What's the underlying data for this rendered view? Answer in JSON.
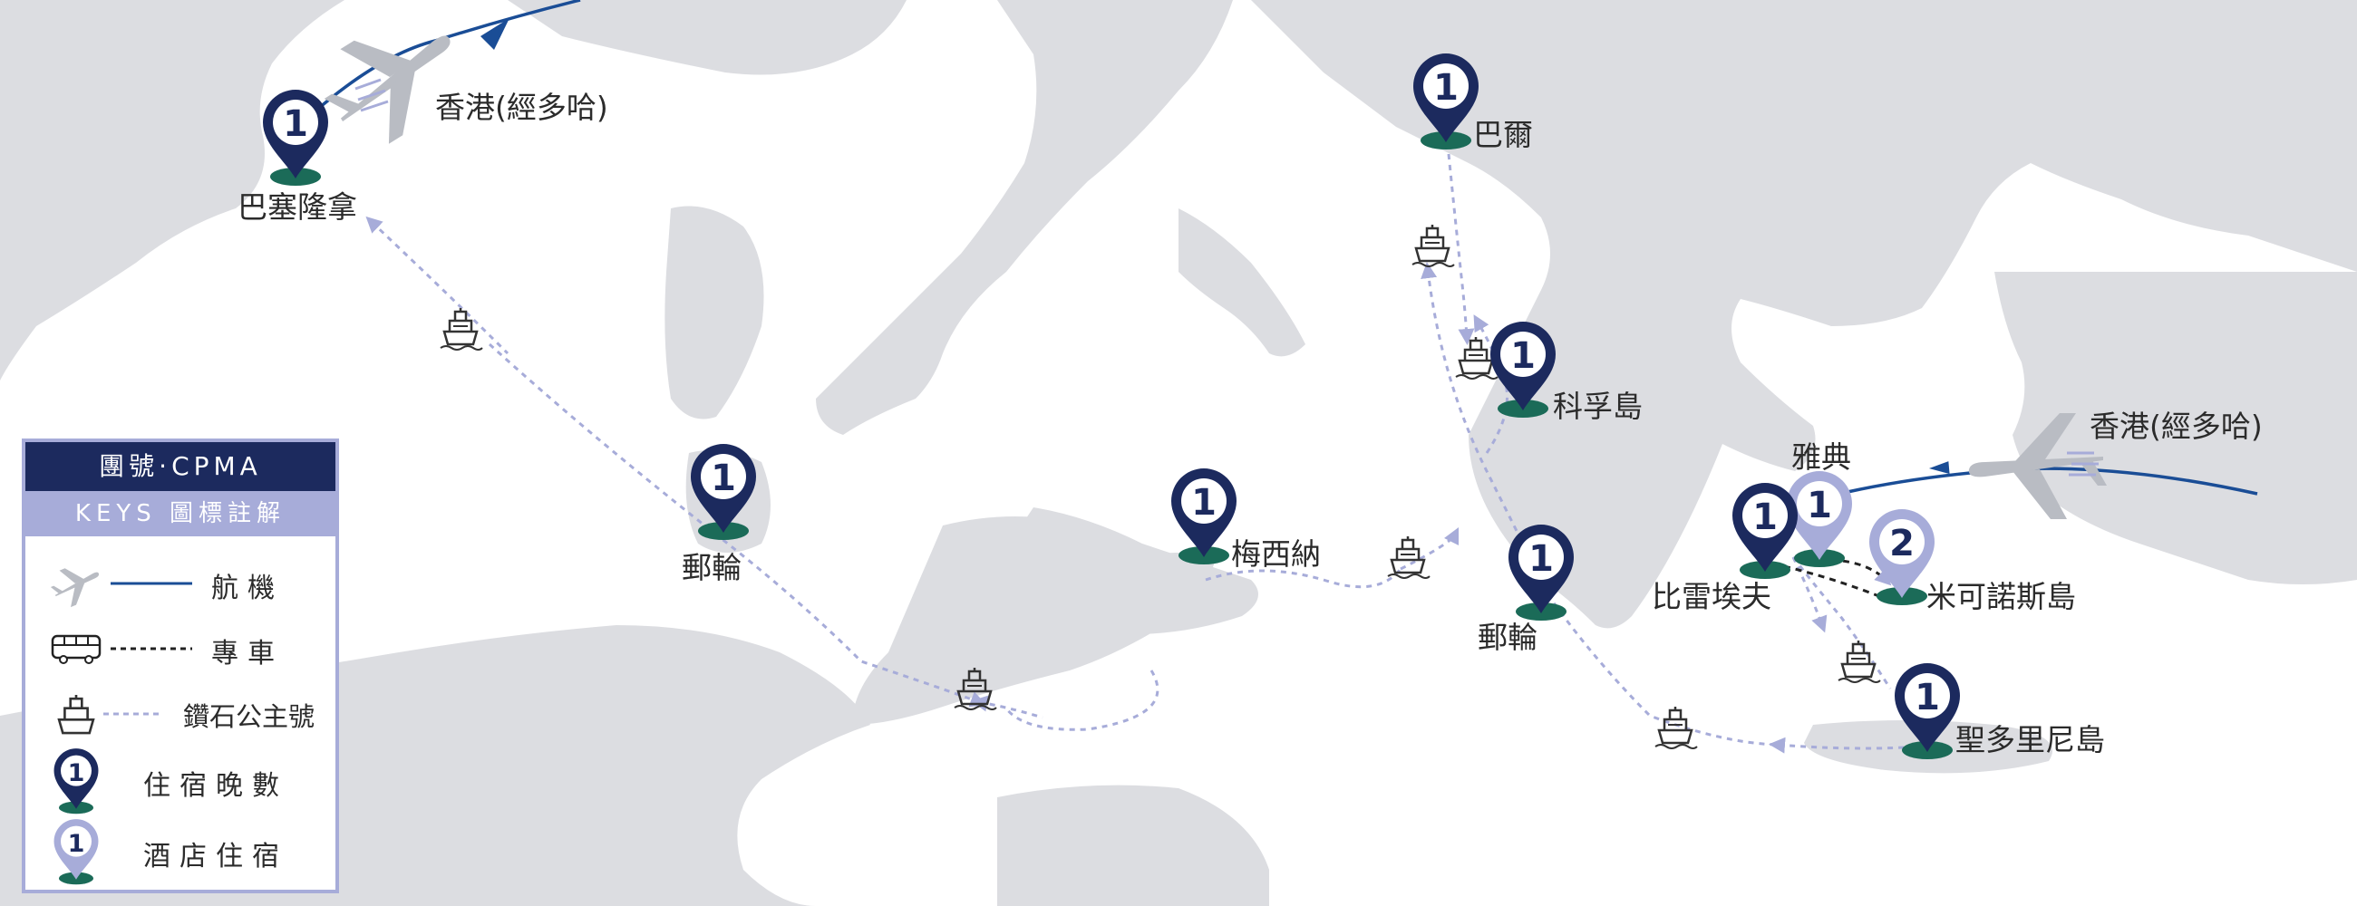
{
  "colors": {
    "land": "#dcdde1",
    "sea": "#ffffff",
    "pin_dark": "#1c2a5e",
    "pin_light": "#a7acd9",
    "pin_base": "#1b6b58",
    "flight": "#1a4d96",
    "cruise": "#a7acd9",
    "bus": "#222222"
  },
  "map": {
    "labels": {
      "hk_west": "香港(經多哈)",
      "hk_east": "香港(經多哈)",
      "barcelona": "巴塞隆拿",
      "cruise_west": "郵輪",
      "messina": "梅西納",
      "bari": "巴爾",
      "corfu": "科孚島",
      "cruise_east": "郵輪",
      "athens": "雅典",
      "piraeus": "比雷埃夫",
      "mykonos": "米可諾斯島",
      "santorini": "聖多里尼島"
    },
    "pins": {
      "barcelona": "1",
      "cruise_west": "1",
      "messina": "1",
      "bari": "1",
      "corfu": "1",
      "cruise_east": "1",
      "athens": "1",
      "piraeus": "1",
      "mykonos": "2",
      "santorini": "1"
    }
  },
  "legend": {
    "title": "團號·CPMA",
    "subtitle": "KEYS 圖標註解",
    "items": [
      {
        "icon": "plane-icon",
        "label": "航機"
      },
      {
        "icon": "bus-icon",
        "label": "專車"
      },
      {
        "icon": "ship-icon",
        "label": "鑽石公主號"
      },
      {
        "icon": "pin-dark-icon",
        "label": "住宿晚數",
        "pin": "1"
      },
      {
        "icon": "pin-light-icon",
        "label": "酒店住宿",
        "pin": "1"
      }
    ]
  }
}
